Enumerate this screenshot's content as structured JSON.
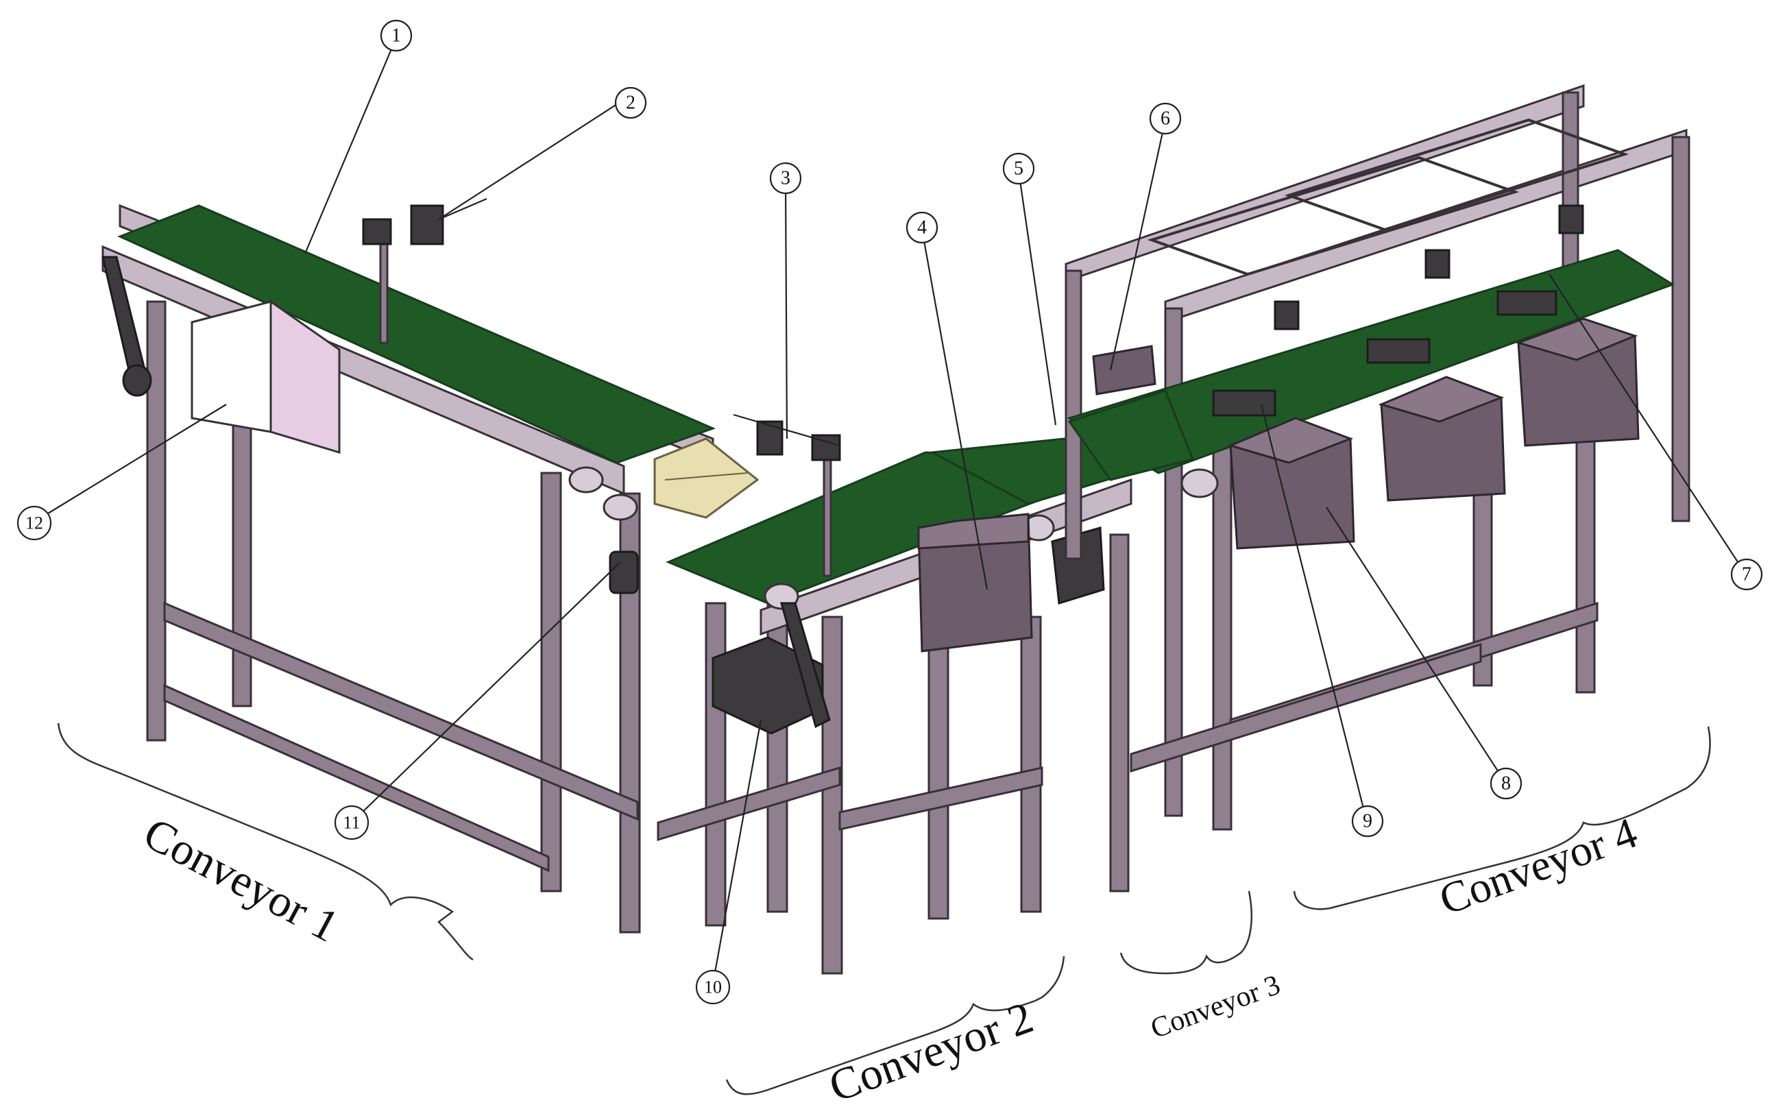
{
  "callouts": [
    {
      "id": "1",
      "label": "1"
    },
    {
      "id": "2",
      "label": "2"
    },
    {
      "id": "3",
      "label": "3"
    },
    {
      "id": "4",
      "label": "4"
    },
    {
      "id": "5",
      "label": "5"
    },
    {
      "id": "6",
      "label": "6"
    },
    {
      "id": "7",
      "label": "7"
    },
    {
      "id": "8",
      "label": "8"
    },
    {
      "id": "9",
      "label": "9"
    },
    {
      "id": "10",
      "label": "10"
    },
    {
      "id": "11",
      "label": "11"
    },
    {
      "id": "12",
      "label": "12"
    }
  ],
  "conveyors": {
    "c1": "Conveyor 1",
    "c2": "Conveyor 2",
    "c3": "Conveyor 3",
    "c4": "Conveyor 4"
  },
  "colors": {
    "belt": "#1f5a26",
    "frame": "#8f7f8f",
    "bin": "#6d5c6c",
    "camera_box": "#ffffff",
    "camera_box_side": "#e7cde4",
    "product": "#e8dfb0"
  }
}
